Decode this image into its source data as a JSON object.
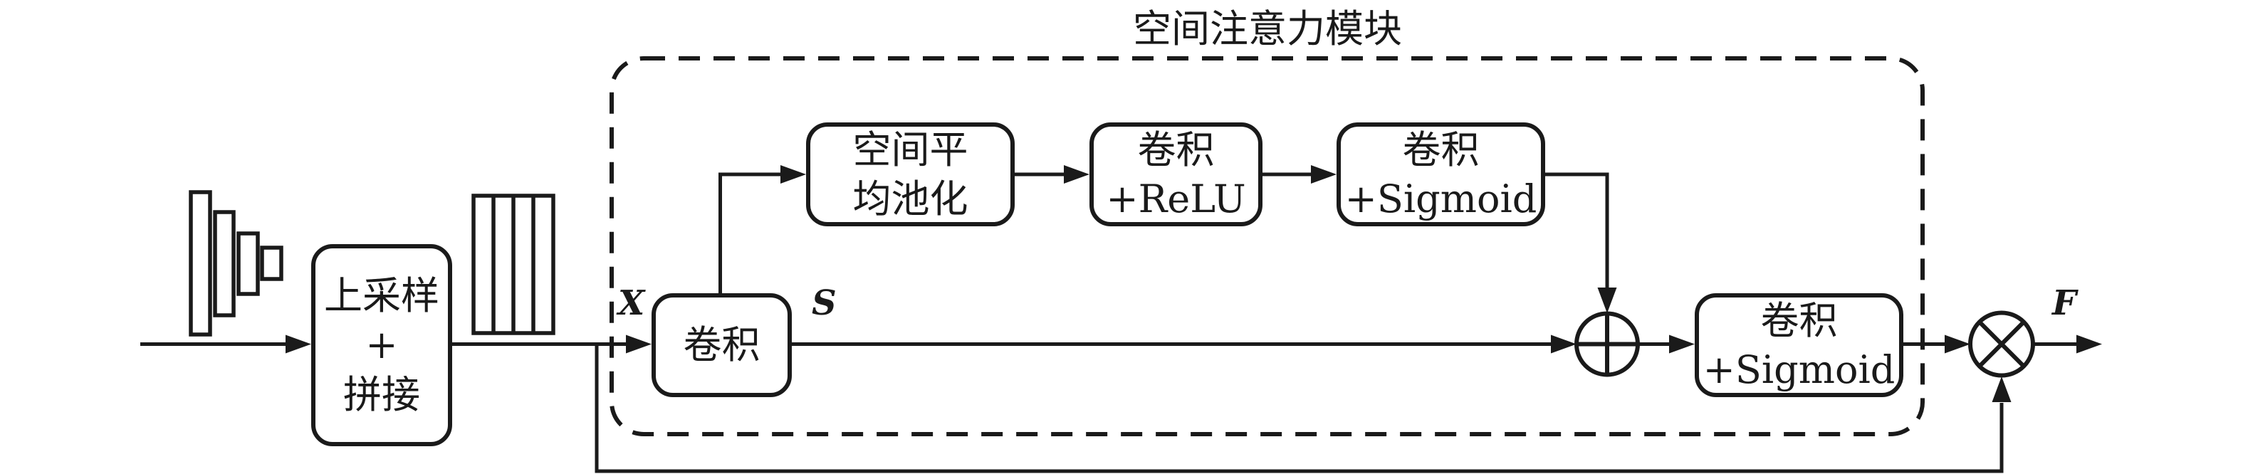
{
  "title": "空间注意力模块",
  "labels": {
    "input_feature": "X",
    "conv_output": "S",
    "output_feature": "F"
  },
  "boxes": {
    "upsample_concat": {
      "lines": [
        "上采样",
        "+",
        "拼接"
      ]
    },
    "conv": {
      "lines": [
        "卷积"
      ]
    },
    "spatial_avg_pool": {
      "lines": [
        "空间平",
        "均池化"
      ]
    },
    "conv_relu": {
      "lines": [
        "卷积",
        "+ReLU"
      ]
    },
    "conv_sigmoid_top": {
      "lines": [
        "卷积",
        "+Sigmoid"
      ]
    },
    "conv_sigmoid_main": {
      "lines": [
        "卷积",
        "+Sigmoid"
      ]
    }
  },
  "operators": {
    "add": "⊕",
    "multiply": "⊗"
  },
  "colors": {
    "stroke": "#1a1a1a",
    "background": "#ffffff"
  }
}
